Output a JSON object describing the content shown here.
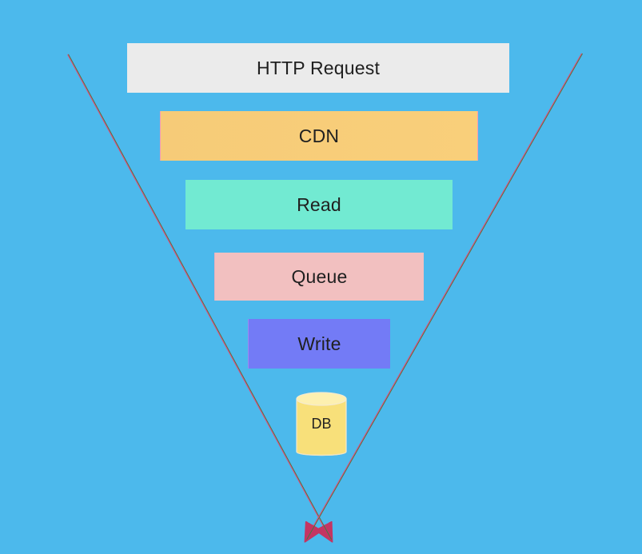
{
  "diagram": {
    "type": "funnel",
    "background_color": "#4cb9ec",
    "arrow_color": "#e24a7c",
    "layers": [
      {
        "label": "HTTP Request",
        "color": "#ebebeb"
      },
      {
        "label": "CDN",
        "color": "#f8cd79"
      },
      {
        "label": "Read",
        "color": "#72ead2"
      },
      {
        "label": "Queue",
        "color": "#f2c0c0"
      },
      {
        "label": "Write",
        "color": "#737bf6"
      }
    ],
    "database": {
      "label": "DB",
      "color": "#f8e07a",
      "icon": "cylinder-database-icon"
    },
    "arrows": [
      {
        "name": "left-funnel-arrow",
        "color": "#e24a7c"
      },
      {
        "name": "right-funnel-arrow",
        "color": "#e24a7c"
      }
    ]
  }
}
